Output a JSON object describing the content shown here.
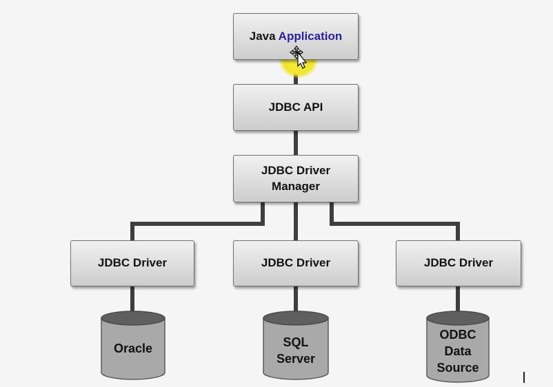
{
  "diagram": {
    "top": {
      "app_text_part1": "Java ",
      "app_text_part2": "Application"
    },
    "api": "JDBC API",
    "manager": {
      "line1": "JDBC Driver",
      "line2": "Manager"
    },
    "drivers": [
      "JDBC Driver",
      "JDBC Driver",
      "JDBC Driver"
    ],
    "datasources": [
      {
        "lines": [
          "Oracle"
        ]
      },
      {
        "lines": [
          "SQL",
          "Server"
        ]
      },
      {
        "lines": [
          "ODBC",
          "Data",
          "Source"
        ]
      }
    ],
    "colors": {
      "box_border": "#6e6e6e",
      "connector": "#3e3e3e",
      "cylinder_body": "#a9a9a9",
      "cylinder_top": "#5f5f5f",
      "highlight": "#f3e92e",
      "app_text_highlight": "#2a1ea0"
    }
  }
}
